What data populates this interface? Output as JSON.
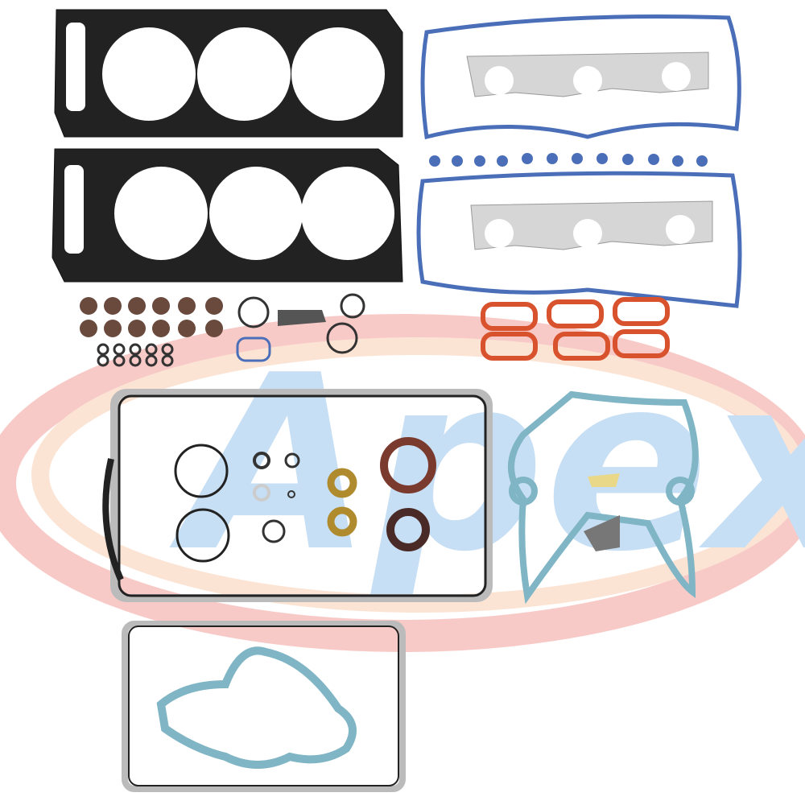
{
  "watermark": {
    "brand": "Apex",
    "colors": {
      "swoosh_red": "#e8443a",
      "swoosh_orange": "#f5a26b",
      "letters_blue": "#3a8fd8"
    }
  },
  "product": {
    "components": [
      "cylinder-head-gasket-left",
      "cylinder-head-gasket-right",
      "valve-cover-gasket-upper",
      "valve-cover-gasket-lower",
      "exhaust-manifold-gasket-upper",
      "exhaust-manifold-gasket-lower",
      "spark-plug-tube-seals",
      "valve-stem-seals",
      "o-rings",
      "intake-manifold-gaskets",
      "oil-pan-gasket-upper",
      "oil-pan-gasket-lower",
      "crankshaft-seals",
      "timing-cover-gasket",
      "water-pump-gasket"
    ],
    "colors": {
      "head_gasket": "#1e1e1e",
      "valve_cover": "#4a6fb8",
      "intake": "#d9522e",
      "timing": "#7fb5c4",
      "manifold": "#c8c8c8"
    }
  }
}
